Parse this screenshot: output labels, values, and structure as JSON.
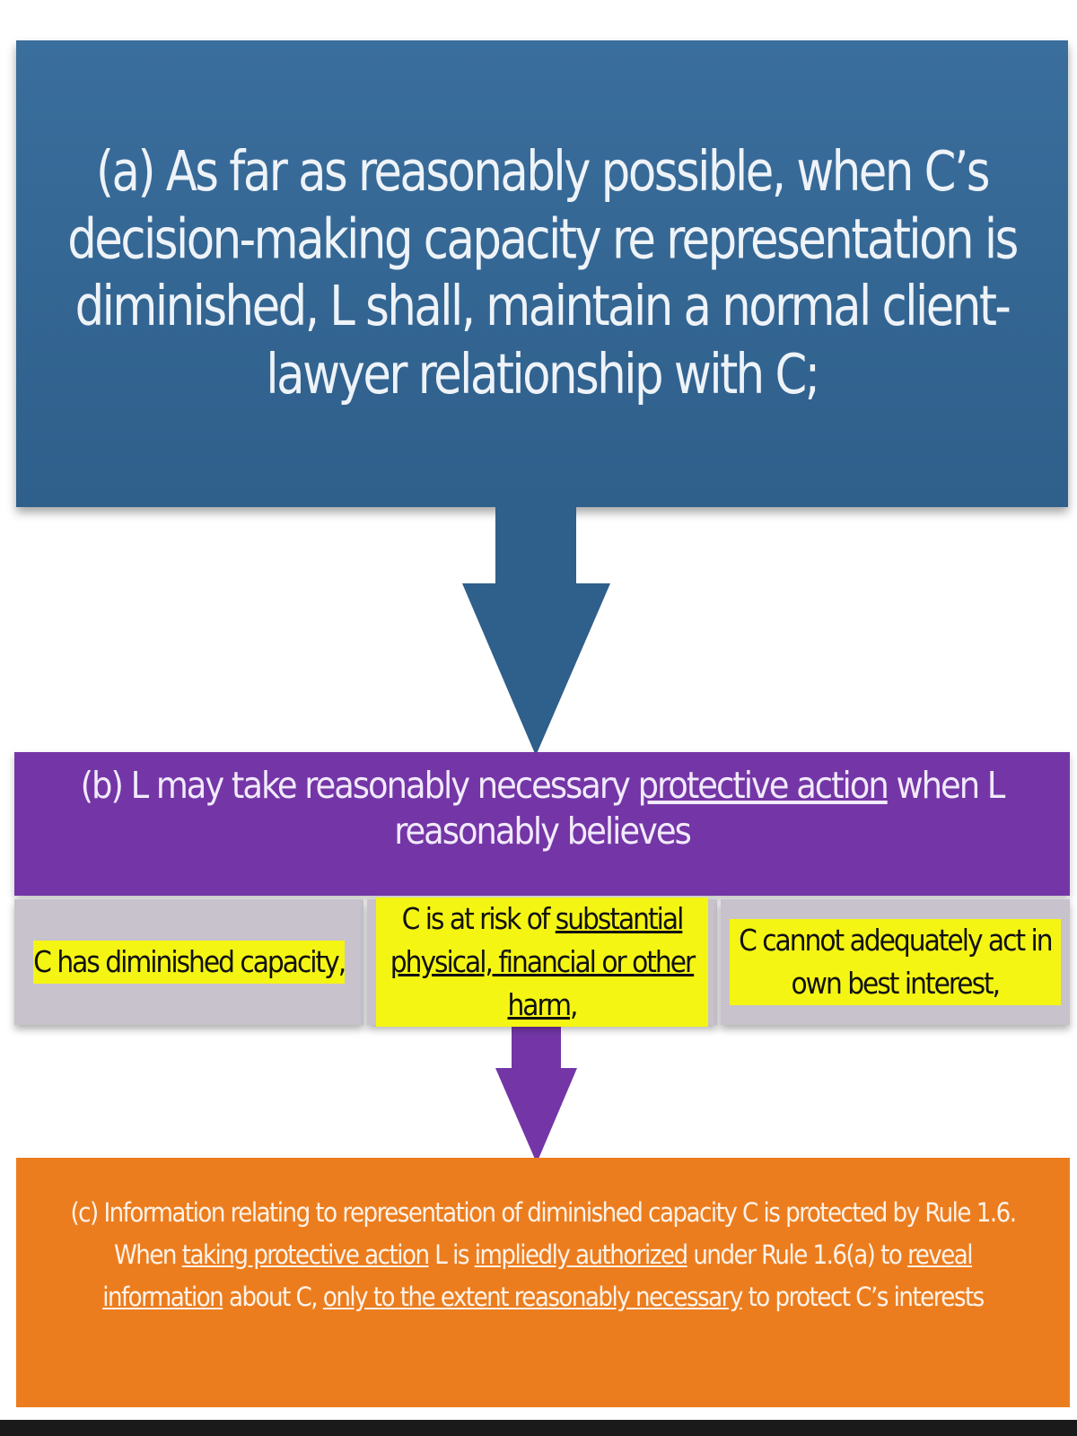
{
  "box_a": {
    "text": "(a) As far as reasonably possible, when C’s decision-making capacity re representation is diminished, L shall, maintain a normal client-lawyer relationship with C;"
  },
  "box_b": {
    "prefix": "(b) L may take reasonably necessary ",
    "underlined": "protective action",
    "suffix": " when L reasonably believes",
    "conditions": [
      {
        "text": "C has diminished capacity,"
      },
      {
        "before": "C is at risk of ",
        "underlined": "substantial physical, financial or other harm",
        "after": ","
      },
      {
        "text": "C cannot adequately act in own best interest,"
      }
    ]
  },
  "box_c": {
    "part1": "(c) Information relating to representation of diminished capacity C is protected by Rule 1.6. When ",
    "u1": "taking protective action",
    "part2": " L is ",
    "u2": "impliedly authorized",
    "part3": " under Rule 1.6(a) to ",
    "u3": "reveal information",
    "part4": " about C, ",
    "u4": "only to the extent reasonably necessary",
    "part5": " to protect C’s interests"
  },
  "colors": {
    "box_a": "#2f5f8b",
    "box_b": "#7436a6",
    "cells": "#c7c2cb",
    "highlight": "#f5f514",
    "box_c": "#ec7d1e"
  }
}
